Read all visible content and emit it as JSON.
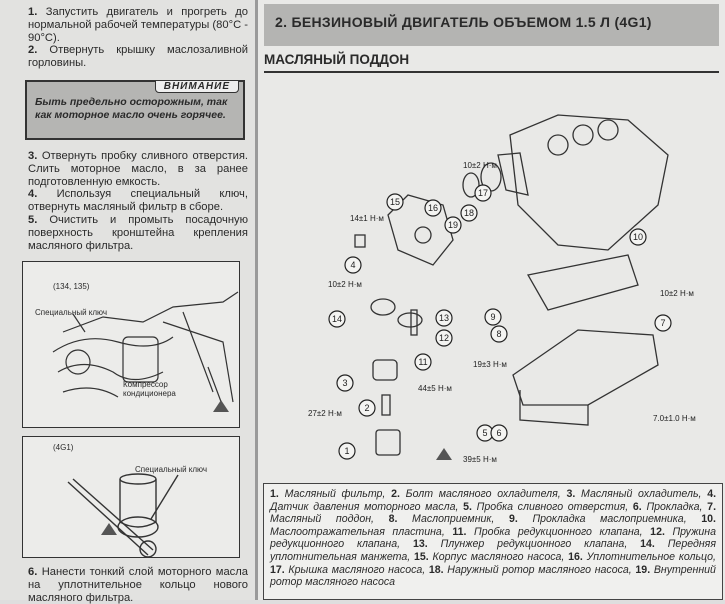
{
  "left": {
    "steps_a": [
      {
        "num": "1.",
        "text": "Запустить двигатель и прогреть до нормальной рабочей температуры (80°С - 90°С)."
      },
      {
        "num": "2.",
        "text": "Отвернуть крышку маслозаливной горловины."
      }
    ],
    "warning": {
      "title": "ВНИМАНИЕ",
      "text": "Быть предельно осторожным, так как моторное масло очень горячее."
    },
    "steps_b": [
      {
        "num": "3.",
        "text": "Отвернуть пробку сливного отверстия. Слить моторное масло, в за ранее подготовленную емкость."
      },
      {
        "num": "4.",
        "text": "Используя специальный ключ, отвернуть масляный фильтр в сборе."
      },
      {
        "num": "5.",
        "text": "Очистить и промыть посадочную поверхность кронштейна крепления масляного фильтра."
      }
    ],
    "figure1": {
      "model": "(134, 135)",
      "label_key": "Специальный ключ",
      "label_compressor": "Компрессор кондиционера"
    },
    "figure2": {
      "model": "(4G1)",
      "label_key": "Специальный ключ"
    },
    "step6": {
      "num": "6.",
      "text": "Нанести тонкий слой моторного масла на уплотнительное кольцо нового масляного фильтра."
    }
  },
  "right": {
    "header": "2.  БЕНЗИНОВЫЙ ДВИГАТЕЛЬ ОБЪЕМОМ 1.5 Л (4G1)",
    "subtitle": "МАСЛЯНЫЙ ПОДДОН",
    "diagram": {
      "callouts": [
        "1",
        "2",
        "3",
        "4",
        "5",
        "6",
        "7",
        "8",
        "9",
        "10",
        "11",
        "12",
        "13",
        "14",
        "15",
        "16",
        "17",
        "18",
        "19"
      ],
      "torques": {
        "t14": "14±1 Н·м",
        "t4": "10±2 Н·м",
        "t11": "44±5 Н·м",
        "t2": "27±2 Н·м",
        "t8": "19±3 Н·м",
        "t5": "39±5 Н·м",
        "t17": "10±2 Н·м",
        "t10": "10±2 Н·м",
        "t7": "7.0±1.0 Н·м"
      }
    },
    "caption": [
      {
        "num": "1.",
        "text": "Масляный фильтр,"
      },
      {
        "num": "2.",
        "text": "Болт масляного охладителя,"
      },
      {
        "num": "3.",
        "text": "Масляный охладитель,"
      },
      {
        "num": "4.",
        "text": "Датчик давления моторного масла,"
      },
      {
        "num": "5.",
        "text": "Пробка сливного отверстия,"
      },
      {
        "num": "6.",
        "text": "Прокладка,"
      },
      {
        "num": "7.",
        "text": "Масляный поддон,"
      },
      {
        "num": "8.",
        "text": "Маслоприемник,"
      },
      {
        "num": "9.",
        "text": "Прокладка маслоприемника,"
      },
      {
        "num": "10.",
        "text": "Маслоотражательная пластина,"
      },
      {
        "num": "11.",
        "text": "Пробка редукционного клапана,"
      },
      {
        "num": "12.",
        "text": "Пружина редукционного клапана,"
      },
      {
        "num": "13.",
        "text": "Плунжер редукционного клапана,"
      },
      {
        "num": "14.",
        "text": "Передняя уплотнительная манжета,"
      },
      {
        "num": "15.",
        "text": "Корпус масляного насоса,"
      },
      {
        "num": "16.",
        "text": "Уплотнительное кольцо,"
      },
      {
        "num": "17.",
        "text": "Крышка масляного насоса,"
      },
      {
        "num": "18.",
        "text": "Наружный ротор масляного насоса,"
      },
      {
        "num": "19.",
        "text": "Внутренний ротор масляного насоса"
      }
    ]
  }
}
